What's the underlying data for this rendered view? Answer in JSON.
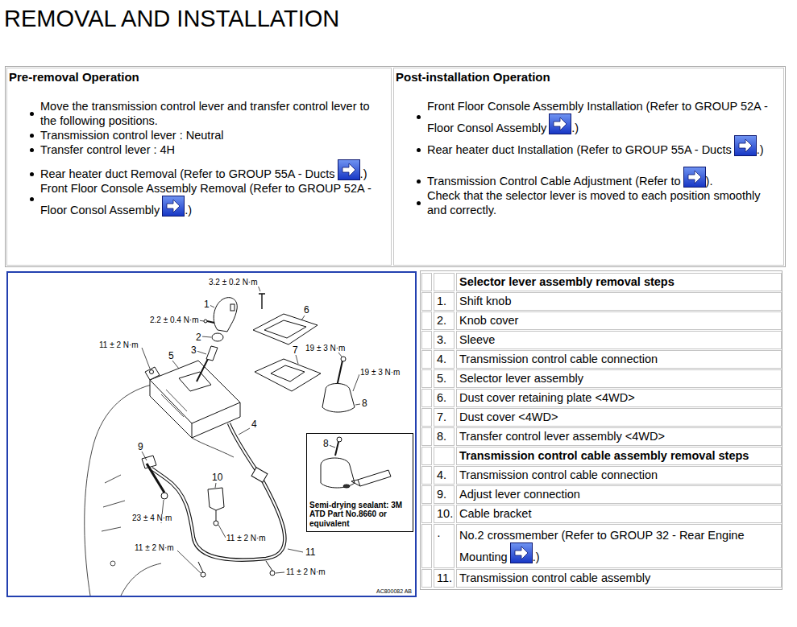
{
  "diagram": {
    "title": "REMOVAL AND INSTALLATION",
    "nodes": [
      {
        "text": [
          "Pre-removal Operation",
          "Move the transmission control lever and transfer control lever to the following positions.",
          "Transmission control lever : Neutral",
          "Transfer control lever : 4H",
          "Rear heater duct Removal (Refer to GROUP 55A - Ducts",
          ".)",
          "Front Floor Console Assembly Removal (Refer to GROUP 52A - Floor Consol Assembly",
          ".)"
        ]
      },
      {
        "text": [
          "Post-installation Operation",
          "Front Floor Console Assembly Installation (Refer to GROUP 52A - Floor Consol Assembly",
          ".)",
          "Rear heater duct Installation (Refer to GROUP 55A - Ducts",
          ".)",
          "Transmission Control Cable Adjustment (Refer to",
          ").",
          "Check that the selector lever is moved to each position smoothly and correctly."
        ]
      },
      {
        "text": [
          "Semi-drying sealant: 3M ATD Part No.8660 or equivalent"
        ]
      }
    ],
    "labels": [
      "3.2 ± 0.2 N·m",
      "1",
      "2.2 ± 0.4 N·m",
      "2",
      "11 ± 2 N·m",
      "3",
      "5",
      "6",
      "7",
      "19 ± 3 N·m",
      "19 ± 3 N·m",
      "8",
      "4",
      "9",
      "10",
      "23 ± 4 N·m",
      "11 ± 2 N·m",
      "11 ± 2 N·m",
      "11",
      "11 ± 2 N·m",
      "8",
      "AC800082 AB",
      "Selector lever assembly removal steps",
      "1.",
      "Shift knob",
      "2.",
      "Knob cover",
      "3.",
      "Sleeve",
      "4.",
      "Transmission control cable connection",
      "5.",
      "Selector lever assembly",
      "6.",
      "Dust cover retaining plate <4WD>",
      "7.",
      "Dust cover <4WD>",
      "8.",
      "Transfer control lever assembly <4WD>",
      "Transmission control cable assembly removal steps",
      "4.",
      "Transmission control cable connection",
      "9.",
      "Adjust lever connection",
      "10.",
      "Cable bracket",
      "·",
      "No.2 crossmember (Refer to GROUP 32 - Rear Engine Mounting",
      ".)",
      "11.",
      "Transmission control cable assembly"
    ]
  }
}
